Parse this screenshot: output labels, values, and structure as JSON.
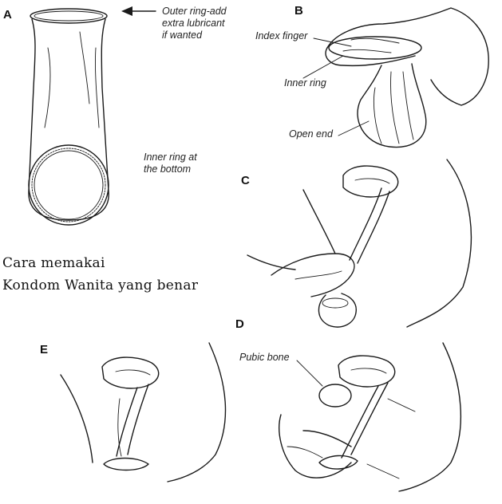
{
  "panels": {
    "a": {
      "letter": "A",
      "labels": [
        "Outer ring-add",
        "extra lubricant",
        "if wanted"
      ],
      "inner_labels": [
        "Inner ring at",
        "the bottom"
      ]
    },
    "b": {
      "letter": "B",
      "index_finger": "Index finger",
      "inner_ring": "Inner ring",
      "open_end": "Open end"
    },
    "c": {
      "letter": "C"
    },
    "d": {
      "letter": "D",
      "pubic_bone": "Pubic bone"
    },
    "e": {
      "letter": "E"
    }
  },
  "caption": {
    "line1": "Cara memakai",
    "line2": "Kondom Wanita yang benar"
  }
}
